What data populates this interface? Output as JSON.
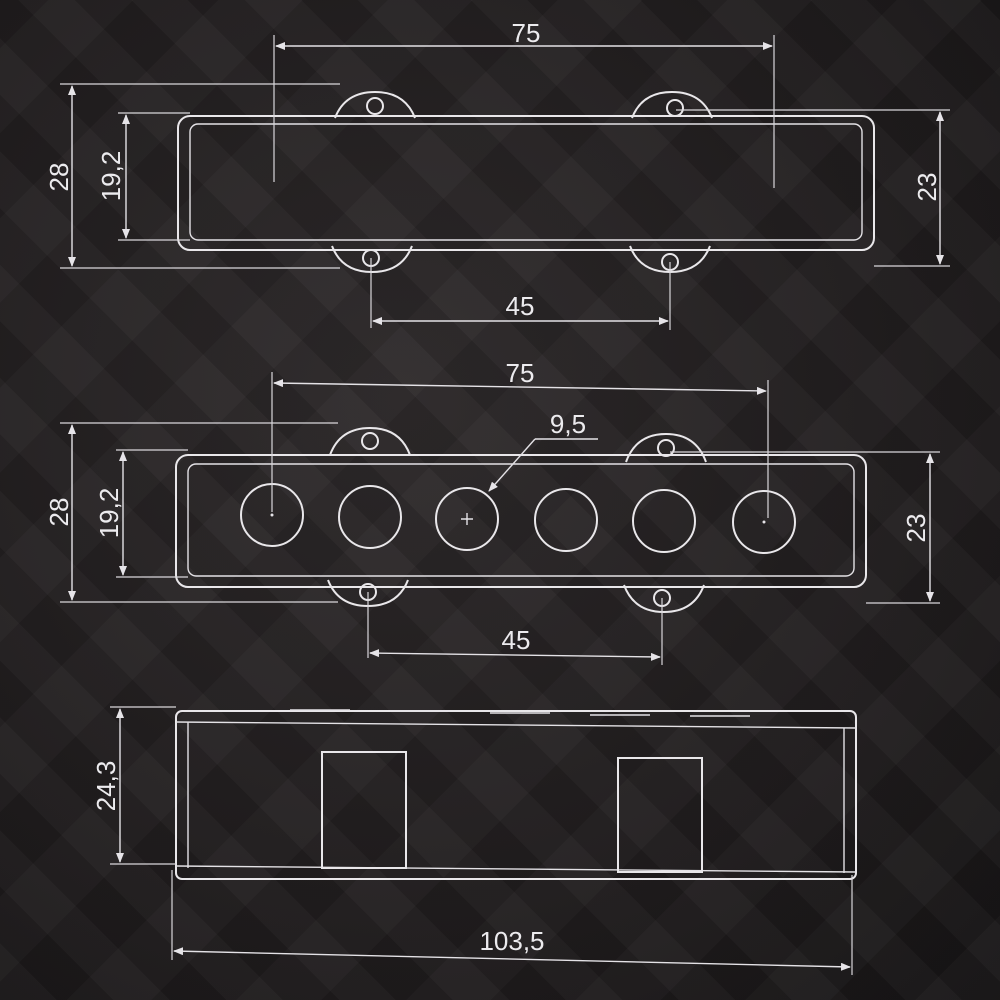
{
  "top_view": {
    "width_between_screw_holes_top": "75",
    "height_outer": "28",
    "height_inner": "19,2",
    "height_right": "23",
    "width_between_screw_holes_bottom": "45"
  },
  "pole_view": {
    "width_between_poles": "75",
    "pole_diameter": "9,5",
    "height_outer": "28",
    "height_inner": "19,2",
    "height_right": "23",
    "width_between_screw_holes_bottom": "45",
    "pole_count": 6
  },
  "side_view": {
    "height": "24,3",
    "total_length": "103,5"
  },
  "colors": {
    "background": "#1f1c1d",
    "line": "#e9e7ea"
  }
}
